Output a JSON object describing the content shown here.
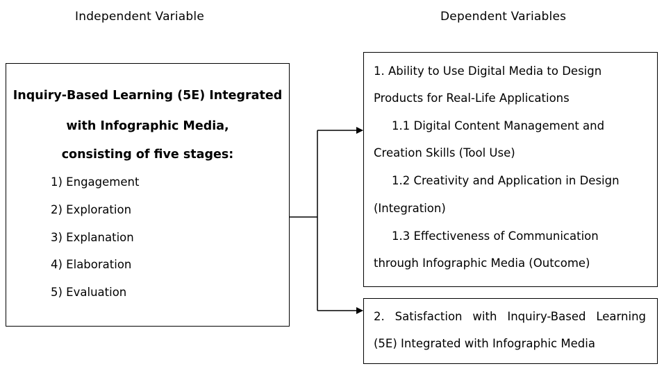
{
  "headings": {
    "independent": "Independent Variable",
    "dependent": "Dependent Variables"
  },
  "independent_box": {
    "title_lines": [
      "Inquiry-Based Learning (5E) Integrated",
      "with Infographic Media,",
      "consisting of five stages:"
    ],
    "stages": [
      "1) Engagement",
      "2) Exploration",
      "3) Explanation",
      "4) Elaboration",
      "5) Evaluation"
    ]
  },
  "dependent_box_1": {
    "lines": [
      "1. Ability to Use Digital Media to Design",
      "Products for Real-Life Applications",
      "1.1 Digital Content Management and",
      "Creation Skills (Tool Use)",
      "1.2 Creativity and Application in Design",
      "(Integration)",
      "1.3 Effectiveness of Communication",
      "through Infographic Media (Outcome)"
    ]
  },
  "dependent_box_2": {
    "lines": [
      "2. Satisfaction with Inquiry-Based Learning",
      "(5E) Integrated with Infographic Media"
    ]
  },
  "colors": {
    "line": "#000000",
    "background": "#ffffff"
  }
}
